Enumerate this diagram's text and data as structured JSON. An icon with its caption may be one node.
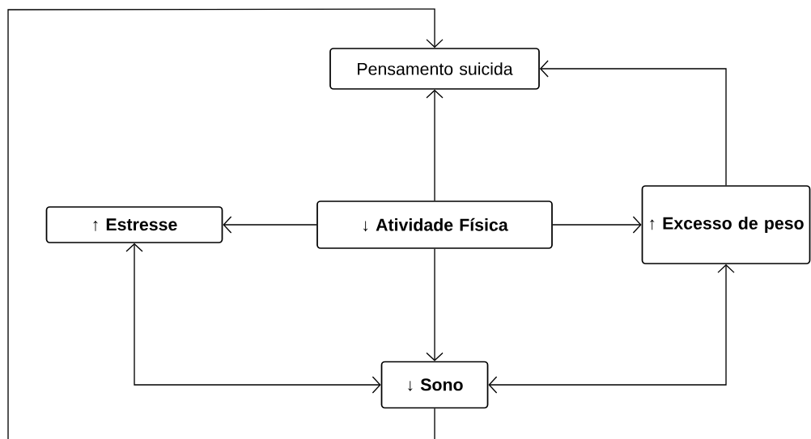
{
  "diagram": {
    "nodes": [
      {
        "text": [
          "Pensamento suicida"
        ]
      },
      {
        "text": [
          "↑ Estresse"
        ]
      },
      {
        "text": [
          "↓ Atividade Física"
        ]
      },
      {
        "text": [
          "↑ Excesso de peso"
        ]
      },
      {
        "text": [
          "↓ Sono"
        ]
      }
    ],
    "edges": [
      {
        "from": 2,
        "to": 0,
        "arrow": "to"
      },
      {
        "from": 2,
        "to": 1,
        "arrow": "to"
      },
      {
        "from": 2,
        "to": 3,
        "arrow": "to"
      },
      {
        "from": 2,
        "to": 4,
        "arrow": "to"
      },
      {
        "from": 3,
        "to": 0,
        "arrow": "to"
      },
      {
        "from": 1,
        "to": 4,
        "arrow": "both"
      },
      {
        "from": 4,
        "to": 3,
        "arrow": "both"
      },
      {
        "from": 4,
        "to": 0,
        "arrow": "to"
      }
    ]
  }
}
